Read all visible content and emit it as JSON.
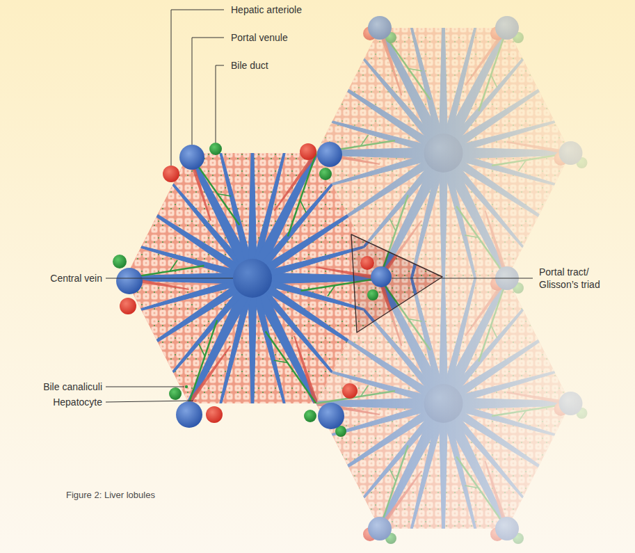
{
  "diagram": {
    "caption": "Figure 2: Liver lobules",
    "labels": [
      "Hepatic arteriole",
      "Portal venule",
      "Bile duct",
      "Central vein",
      "Portal tract/ Glisson’s triad",
      "Bile canaliculi",
      "Hepatocyte"
    ]
  }
}
